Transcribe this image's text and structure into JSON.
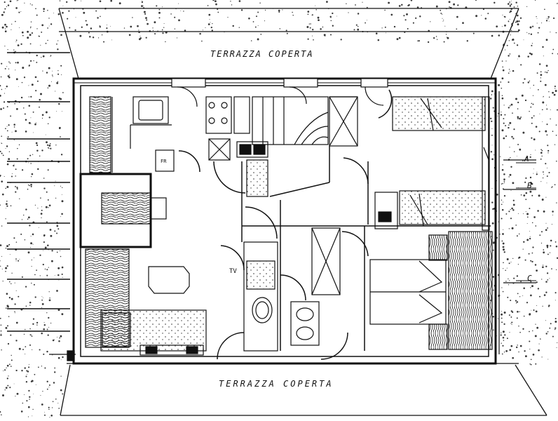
{
  "labels": {
    "terrace_top": "TERRAZZA COPERTA",
    "terrace_bottom": "TERRAZZA COPERTA",
    "fridge": "FR",
    "tv": "TV",
    "mark_a": "A",
    "mark_b": "B",
    "mark_c": "C"
  },
  "colors": {
    "ink": "#111111",
    "paper": "#ffffff",
    "speckle": "#3a3a3a"
  }
}
